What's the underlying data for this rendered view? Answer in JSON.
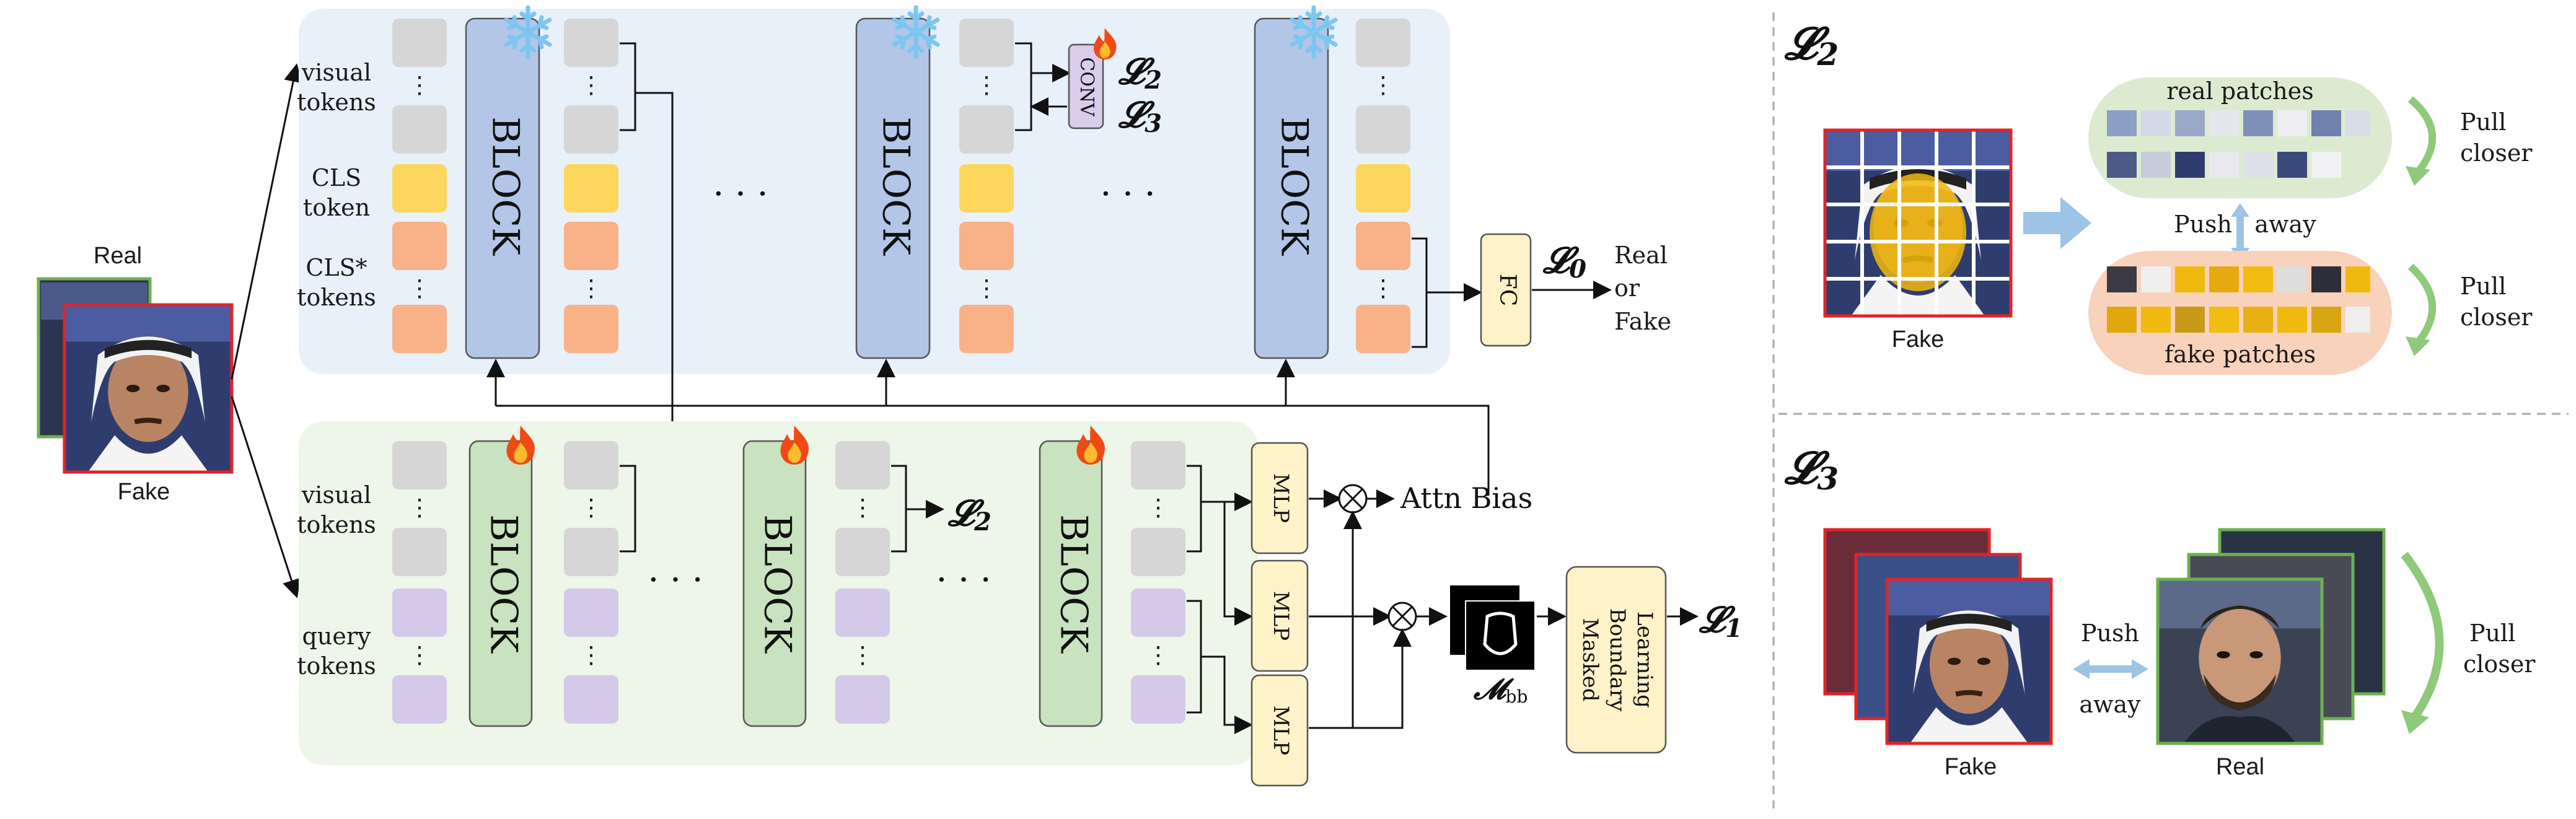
{
  "inputs": {
    "real_label": "Real",
    "fake_label": "Fake"
  },
  "frozen_branch": {
    "row_labels": [
      "visual",
      "tokens",
      "CLS",
      "token",
      "CLS*",
      "tokens"
    ],
    "block_label": "BLOCK",
    "ellipsis": "· · ·",
    "conv_label": "CONV",
    "fc_label": "FC",
    "output_label": [
      "Real",
      "or",
      "Fake"
    ]
  },
  "trainable_branch": {
    "row_labels": [
      "visual",
      "tokens",
      "query",
      "tokens"
    ],
    "block_label": "BLOCK",
    "ellipsis": "· · ·",
    "mlp_label": "MLP",
    "attn_bias_label": "Attn  Bias",
    "mask_label": "bb",
    "boundary_label": [
      "Masked",
      "Boundary",
      "Learning"
    ]
  },
  "losses": {
    "l0": "0",
    "l1": "1",
    "l2": "2",
    "l3": "3"
  },
  "panel_l2": {
    "real_patches": "real  patches",
    "fake_patches": "fake  patches",
    "push": "Push",
    "away": "away",
    "pull": "Pull",
    "closer": "closer",
    "fake_label": "Fake"
  },
  "panel_l3": {
    "push": "Push",
    "away": "away",
    "pull": "Pull",
    "closer": "closer",
    "fake_label": "Fake",
    "real_label": "Real"
  },
  "colors": {
    "frozen_bg": "#e8f0fa",
    "trainable_bg": "#eef5e9",
    "frozen_block": "#b3c6e8",
    "trainable_block": "#c9e2bf",
    "visual_token": "#d6d6d6",
    "cls_token": "#fdd65d",
    "cls_star_token": "#f9b187",
    "query_token": "#d4c9e9",
    "mlp": "#fdf2c8",
    "fake_border": "#e0242a",
    "real_border": "#6eb04f",
    "arrow_blue": "#9dc3e6",
    "arrow_green": "#8fc97a"
  },
  "icons": [
    "snowflake-icon",
    "fire-icon",
    "multiply-icon",
    "mask-icon",
    "face-photo"
  ]
}
